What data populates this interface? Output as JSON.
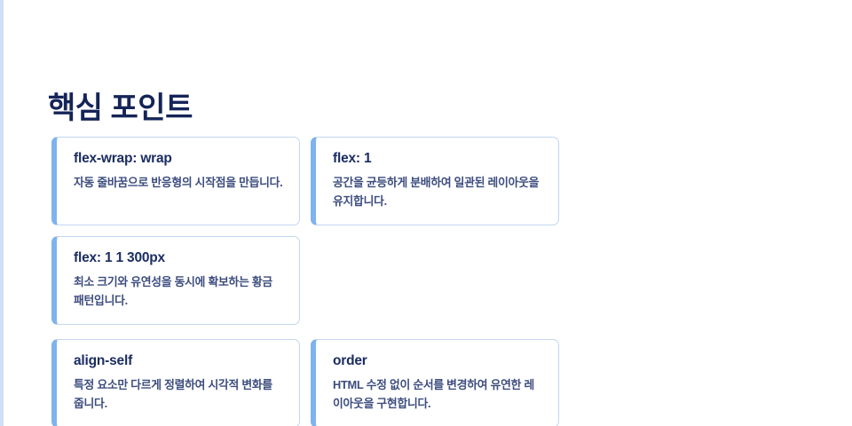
{
  "slide": {
    "title": "핵심 포인트",
    "accent_color": "#7fb3ee",
    "border_color": "#c3d7ef",
    "title_color": "#152458",
    "body_color": "#3c4c7e",
    "background_color": "#ffffff",
    "edge_strip_color": "#cfe0f7"
  },
  "cards": [
    {
      "title": "flex-wrap: wrap",
      "desc": "자동 줄바꿈으로 반응형의 시작점을 만듭니다."
    },
    {
      "title": "flex: 1",
      "desc": "공간을 균등하게 분배하여 일관된 레이아웃을 유지합니다."
    },
    {
      "title": "flex: 1 1 300px",
      "desc": "최소 크기와 유연성을 동시에 확보하는 황금 패턴입니다."
    },
    {
      "title": "align-self",
      "desc": "특정 요소만 다르게 정렬하여 시각적 변화를 줍니다."
    },
    {
      "title": "order",
      "desc": "HTML 수정 없이 순서를 변경하여 유연한 레이아웃을 구현합니다."
    }
  ]
}
